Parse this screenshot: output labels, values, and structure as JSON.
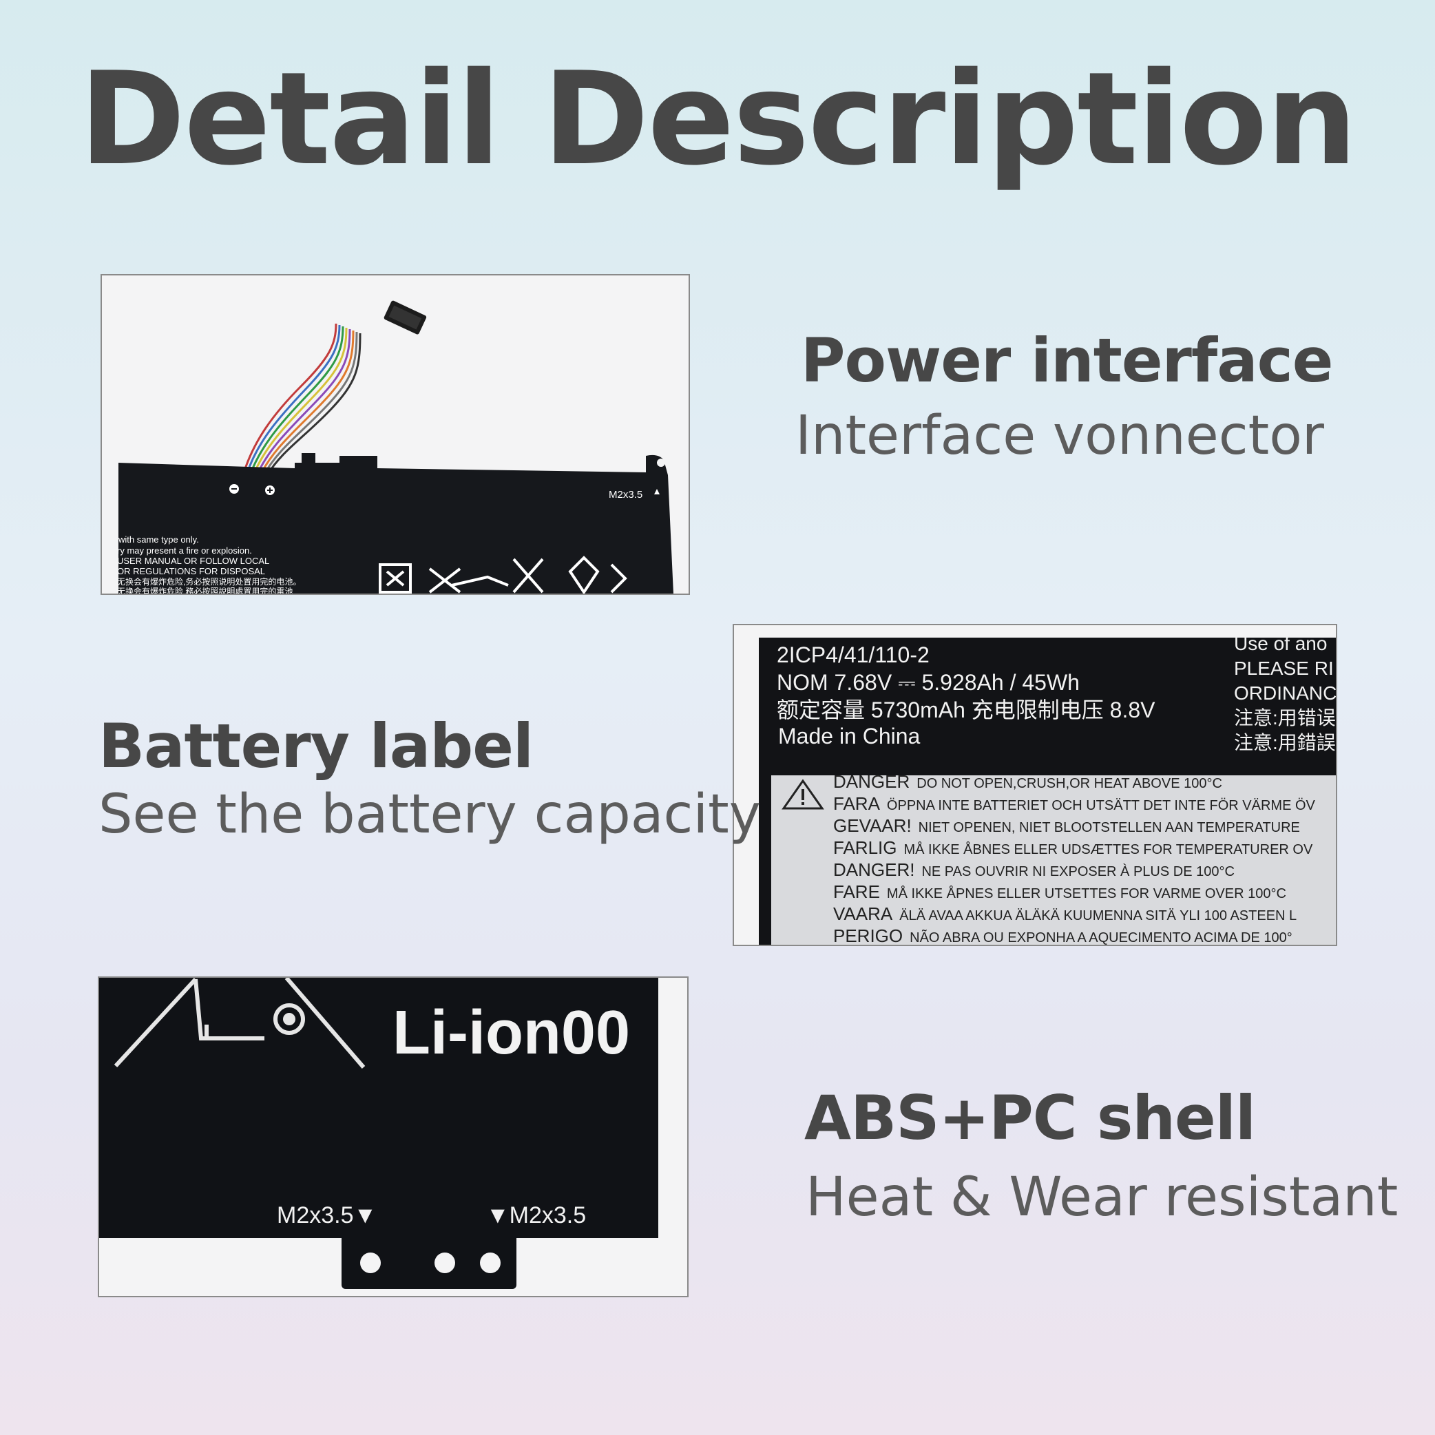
{
  "title": "Detail Description",
  "sections": [
    {
      "heading": "Power interface",
      "sub": "Interface vonnector"
    },
    {
      "heading": "Battery label",
      "sub": "See the battery capacity"
    },
    {
      "heading": "ABS+PC shell",
      "sub": "Heat & Wear resistant"
    }
  ],
  "panel1": {
    "screw": "M2x3.5",
    "warn": [
      "with same type only.",
      "ry may present a fire or explosion.",
      "USER MANUAL OR FOLLOW LOCAL",
      "OR REGULATIONS FOR DISPOSAL",
      "无换会有爆炸危险,务必按照说明处置用完的电池。",
      "无换会有爆炸危险 務必按照說明處置用完的電池"
    ]
  },
  "panel2": {
    "lines": [
      "2ICP4/41/110-2",
      "NOM 7.68V ⎓ 5.928Ah / 45Wh",
      "额定容量 5730mAh  充电限制电压 8.8V",
      "Made in China"
    ],
    "right": [
      "Use of ano",
      "PLEASE RI",
      "ORDINANC",
      "注意:用错误",
      "注意:用錯誤"
    ],
    "danger": [
      {
        "k": "DANGER",
        "t": "DO NOT OPEN,CRUSH,OR HEAT ABOVE 100°C"
      },
      {
        "k": "FARA",
        "t": "ÖPPNA INTE BATTERIET OCH UTSÄTT DET INTE FÖR VÄRME ÖV"
      },
      {
        "k": "GEVAAR!",
        "t": "NIET OPENEN, NIET BLOOTSTELLEN AAN TEMPERATURE"
      },
      {
        "k": "FARLIG",
        "t": "MÅ IKKE ÅBNES ELLER UDSÆTTES FOR TEMPERATURER OV"
      },
      {
        "k": "DANGER!",
        "t": "NE PAS OUVRIR NI EXPOSER À PLUS DE 100°C"
      },
      {
        "k": "FARE",
        "t": "MÅ IKKE ÅPNES ELLER UTSETTES FOR VARME OVER 100°C"
      },
      {
        "k": "VAARA",
        "t": "ÄLÄ AVAA AKKUA ÄLÄKÄ KUUMENNA SITÄ YLI 100 ASTEEN L"
      },
      {
        "k": "PERIGO",
        "t": "NÃO ABRA OU EXPONHA A AQUECIMENTO ACIMA DE 100°"
      }
    ]
  },
  "panel3": {
    "model": "Li-ion00",
    "screw_left": "M2x3.5▼",
    "screw_right": "▼M2x3.5"
  }
}
